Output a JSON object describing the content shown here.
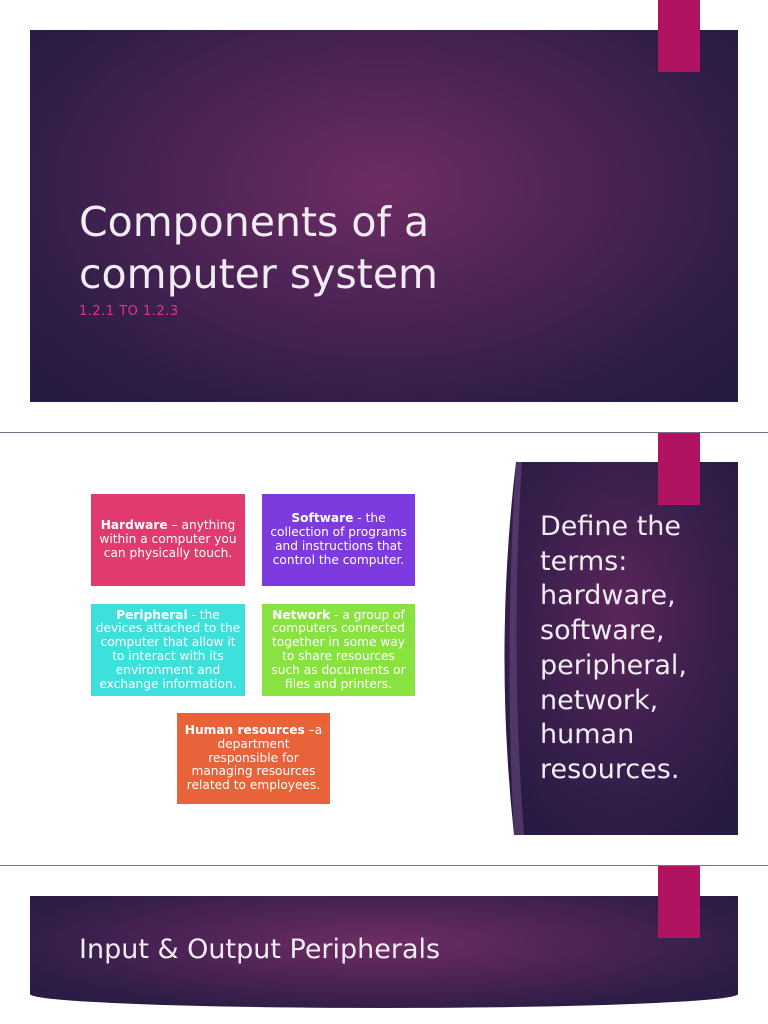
{
  "slide1": {
    "title_line1": "Components of a",
    "title_line2": "computer system",
    "subtitle": "1.2.1 TO 1.2.3"
  },
  "slide2": {
    "boxes": {
      "hardware": {
        "term": "Hardware",
        "definition": " – anything within a computer you can physically touch."
      },
      "software": {
        "term": "Software",
        "definition": " - the collection of programs and instructions that control the computer."
      },
      "peripheral": {
        "term": "Peripheral",
        "definition": " - the devices attached to the computer that allow it to interact with its environment and exchange information."
      },
      "network": {
        "term": "Network",
        "definition": " -  a group of computers connected together in some way to share resources such as documents or files and printers."
      },
      "human_resources": {
        "term": "Human resources",
        "definition": " –a department responsible for managing resources related to employees."
      }
    },
    "define_lines": [
      "Define the",
      "terms:",
      "hardware,",
      "software,",
      "peripheral,",
      "network,",
      "human",
      "resources."
    ]
  },
  "slide3": {
    "title": "Input & Output Peripherals"
  },
  "colors": {
    "accent_tab": "#b0135f",
    "subtitle": "#e0348f",
    "hardware": "#e13a6e",
    "software": "#7d3bdf",
    "peripheral": "#3de0da",
    "network": "#88e23f",
    "human_resources": "#e8623a"
  }
}
